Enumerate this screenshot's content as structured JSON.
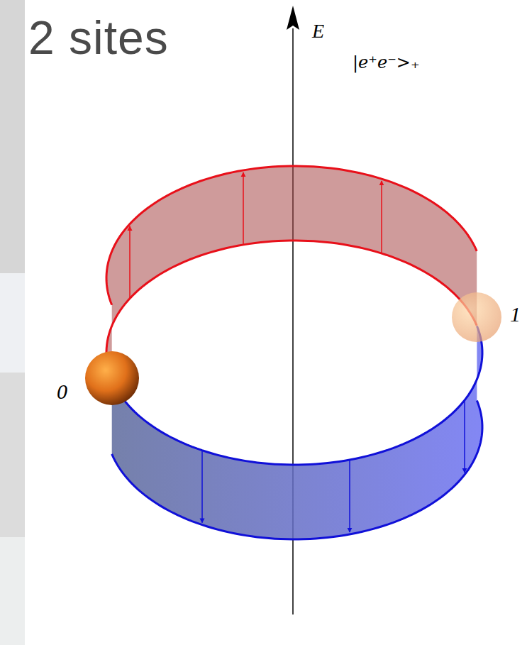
{
  "diagram": {
    "title": "2 sites",
    "labels": [
      "E",
      "|e⁺e⁻>₊",
      "0",
      "1"
    ]
  }
}
